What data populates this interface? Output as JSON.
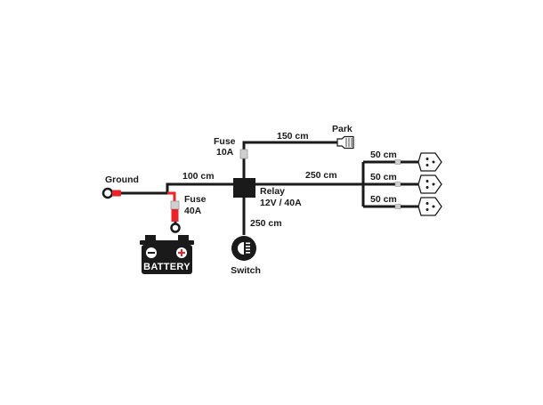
{
  "diagram": {
    "labels": {
      "ground": "Ground",
      "fuse_main": "Fuse",
      "fuse_main_rating": "40A",
      "fuse_park": "Fuse",
      "fuse_park_rating": "10A",
      "park": "Park",
      "relay": "Relay",
      "relay_rating": "12V / 40A",
      "switch": "Switch",
      "battery": "BATTERY"
    },
    "cable_lengths": {
      "ground_to_relay": "100 cm",
      "park_cable": "150 cm",
      "relay_to_lights": "250 cm",
      "relay_to_switch": "250 cm",
      "light_1": "50 cm",
      "light_2": "50 cm",
      "light_3": "50 cm"
    },
    "battery_symbols": {
      "negative": "−",
      "positive": "+"
    }
  },
  "colors": {
    "wire": "#1a1a1a",
    "positive_wire": "#e8232a",
    "battery_body": "#1a1a1a",
    "fuse_holder": "#cfcfcf",
    "background": "#ffffff"
  }
}
